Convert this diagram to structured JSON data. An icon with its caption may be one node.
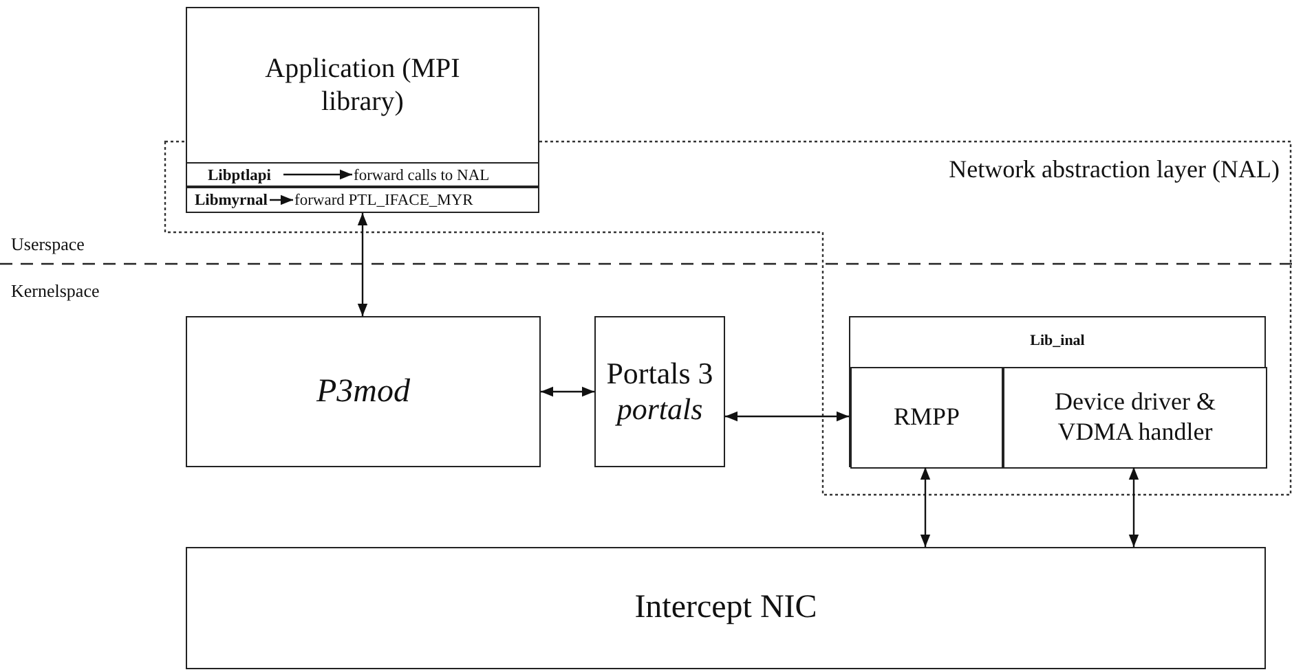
{
  "diagram": {
    "nodes": [
      {
        "text": [
          "Application (MPI library)"
        ]
      },
      {
        "text": [],
        "shape": "box",
        "in": 7
      },
      {
        "text": [
          "Libptlapi"
        ],
        "in": 1
      },
      {
        "text": [
          "forward calls to NAL"
        ],
        "in": 1
      },
      {
        "text": [],
        "shape": "box",
        "in": 7
      },
      {
        "text": [
          "Libmyrnal"
        ],
        "in": 4
      },
      {
        "text": [
          "forward PTL_IFACE_MYR"
        ],
        "in": 4
      },
      {
        "text": [
          "Network abstraction layer (NAL)"
        ]
      },
      {
        "text": [
          "Lib_inal"
        ],
        "in": 7
      },
      {
        "text": [
          "RMPP"
        ],
        "in": 8
      },
      {
        "text": [
          "Device driver & VDMA handler"
        ],
        "in": 8
      },
      {
        "text": [
          "P3mod"
        ]
      },
      {
        "text": [
          "Portals 3",
          "portals"
        ]
      },
      {
        "text": [
          "Intercept NIC"
        ]
      }
    ],
    "edges": [
      {
        "from": 2,
        "to": 3,
        "arrow": "to"
      },
      {
        "from": 5,
        "to": 6,
        "arrow": "to"
      },
      {
        "from": 4,
        "to": 11,
        "arrow": "both"
      },
      {
        "from": 11,
        "to": 12,
        "arrow": "both"
      },
      {
        "from": 12,
        "to": 9,
        "arrow": "both"
      },
      {
        "from": 9,
        "to": 13,
        "arrow": "both"
      },
      {
        "from": 10,
        "to": 13,
        "arrow": "both"
      }
    ],
    "labels": [
      "Userspace",
      "Kernelspace"
    ]
  }
}
